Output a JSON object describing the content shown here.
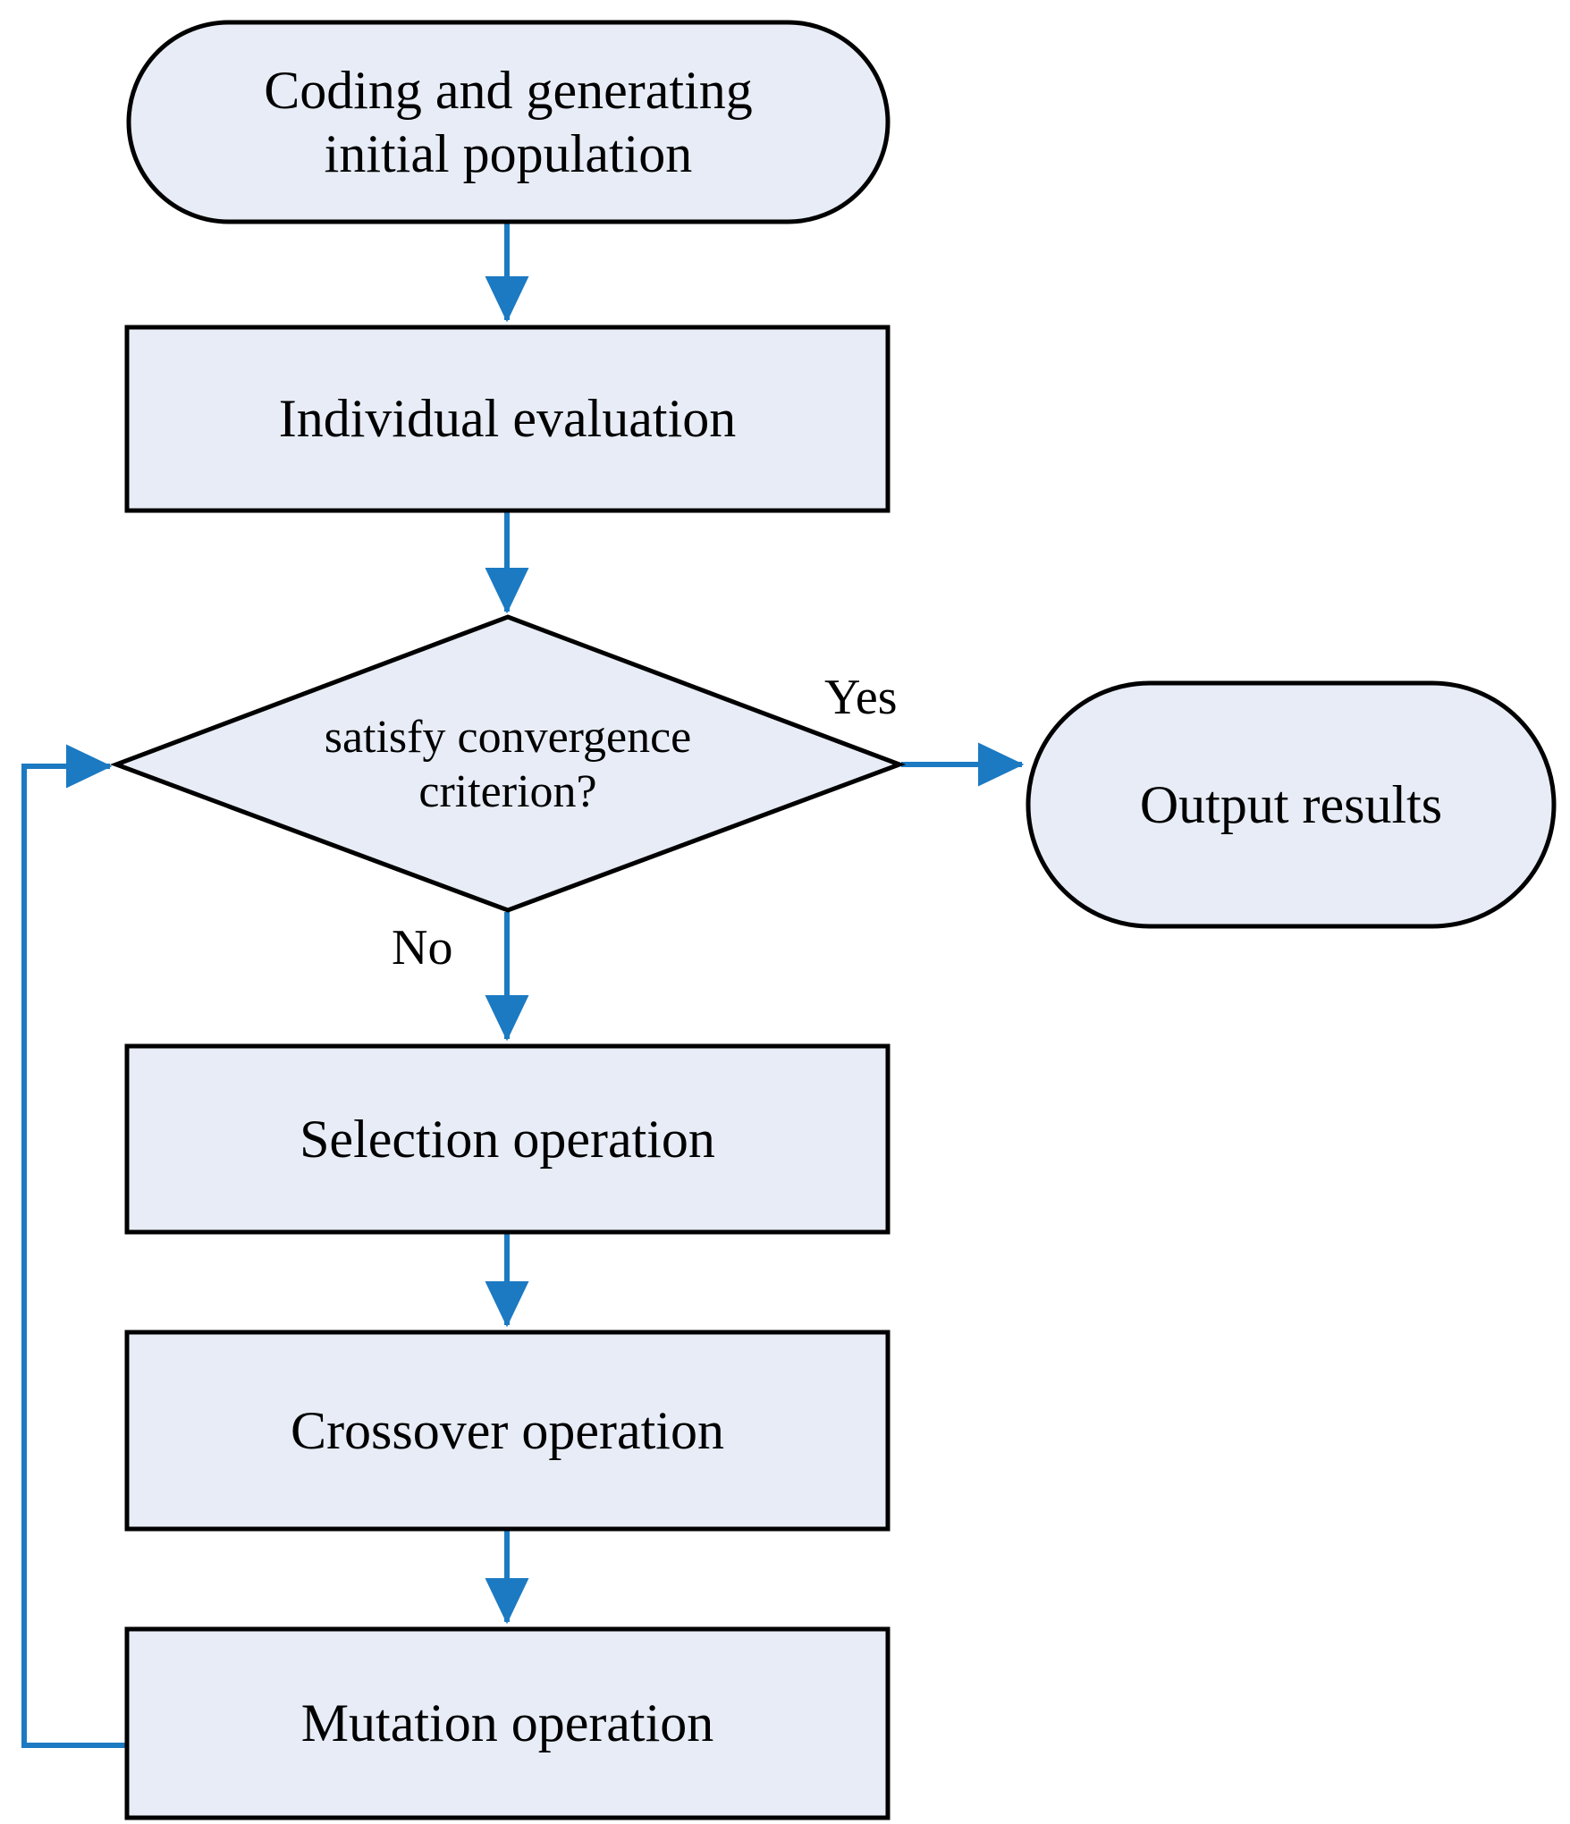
{
  "diagram": {
    "title": "Genetic algorithm flowchart",
    "colors": {
      "shape_fill": "#e7ecf6",
      "shape_stroke": "#000000",
      "connector": "#1c7ac2",
      "text": "#000000",
      "background": "#ffffff"
    },
    "nodes": [
      {
        "id": "start",
        "shape": "rounded-terminator",
        "label": "Coding and generating\ninitial population"
      },
      {
        "id": "evaluation",
        "shape": "rectangle",
        "label": "Individual evaluation"
      },
      {
        "id": "decision",
        "shape": "diamond",
        "label": "satisfy convergence\ncriterion?"
      },
      {
        "id": "output",
        "shape": "rounded-terminator",
        "label": "Output results"
      },
      {
        "id": "selection",
        "shape": "rectangle",
        "label": "Selection operation"
      },
      {
        "id": "crossover",
        "shape": "rectangle",
        "label": "Crossover operation"
      },
      {
        "id": "mutation",
        "shape": "rectangle",
        "label": "Mutation operation"
      }
    ],
    "edges": [
      {
        "id": "e1",
        "from": "start",
        "to": "evaluation",
        "label": ""
      },
      {
        "id": "e2",
        "from": "evaluation",
        "to": "decision",
        "label": ""
      },
      {
        "id": "e3",
        "from": "decision",
        "to": "output",
        "label": "Yes"
      },
      {
        "id": "e4",
        "from": "decision",
        "to": "selection",
        "label": "No"
      },
      {
        "id": "e5",
        "from": "selection",
        "to": "crossover",
        "label": ""
      },
      {
        "id": "e6",
        "from": "crossover",
        "to": "mutation",
        "label": ""
      },
      {
        "id": "e7",
        "from": "mutation",
        "to": "decision",
        "label": ""
      }
    ]
  }
}
